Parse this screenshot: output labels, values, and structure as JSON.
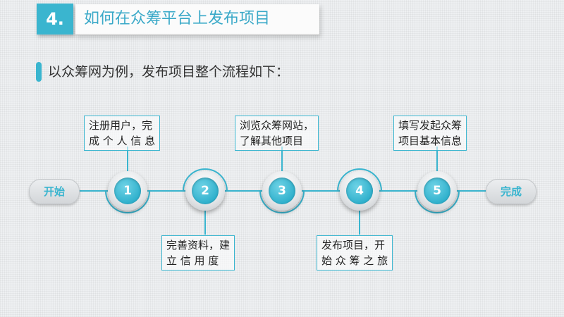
{
  "header": {
    "number": "4.",
    "title": "如何在众筹平台上发布项目"
  },
  "subtitle": "以众筹网为例，发布项目整个流程如下：",
  "flow": {
    "start": "开始",
    "end": "完成",
    "steps": [
      {
        "num": "1",
        "line1": "注册用户，完",
        "line2": "成 个 人 信 息"
      },
      {
        "num": "2",
        "line1": "完善资料，建",
        "line2": "立  信  用  度"
      },
      {
        "num": "3",
        "line1": "浏览众筹网站，",
        "line2": "了解其他项目"
      },
      {
        "num": "4",
        "line1": "发布项目，开",
        "line2": "始 众 筹 之 旅"
      },
      {
        "num": "5",
        "line1": "填写发起众筹",
        "line2": "项目基本信息"
      }
    ]
  },
  "colors": {
    "accent": "#3ab5cf",
    "text": "#333333",
    "background": "#eef0f2"
  }
}
